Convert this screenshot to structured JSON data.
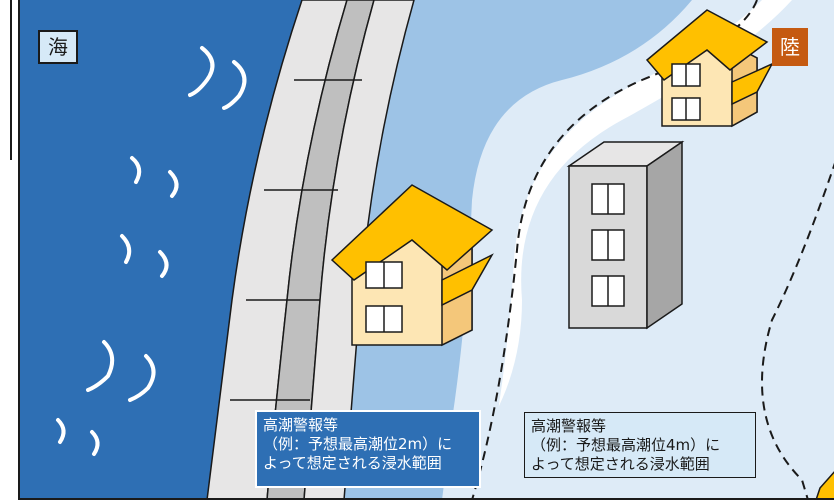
{
  "labels": {
    "sea": "海",
    "land": "陸"
  },
  "callouts": {
    "zone_2m": "高潮警報等\n（例：予想最高潮位2m）に\nよって想定される浸水範囲",
    "zone_4m": "高潮警報等\n（例：予想最高潮位4m）に\nよって想定される浸水範囲"
  },
  "colors": {
    "sea": "#2e6fb4",
    "flood_2m": "#9dc3e6",
    "flood_4m": "#deebf7",
    "roof": "#ffc000",
    "house_wall": "#fde6b4",
    "building": "#d9d9d9",
    "land_tag": "#c55a11"
  }
}
